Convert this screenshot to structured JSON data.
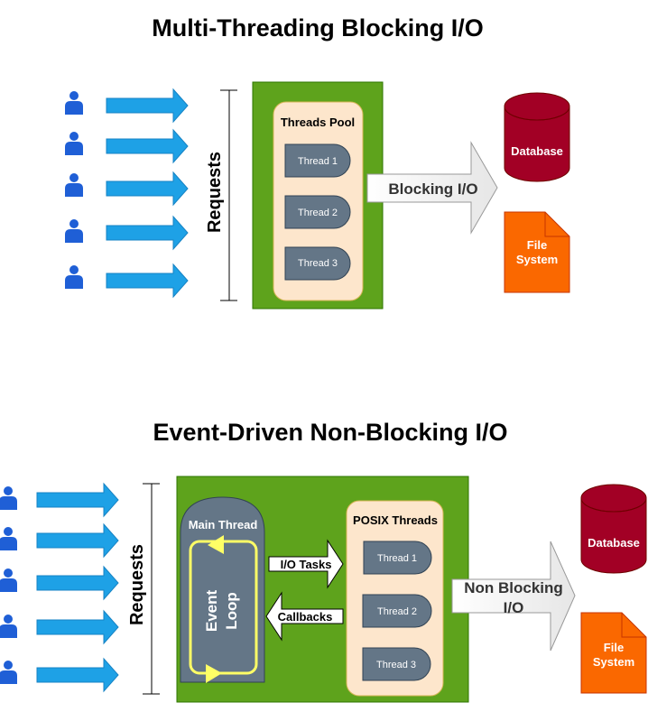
{
  "top": {
    "title": "Multi-Threading Blocking I/O",
    "requests_label": "Requests",
    "pool_title": "Threads Pool",
    "threads": [
      "Thread 1",
      "Thread 2",
      "Thread 3"
    ],
    "io_label": "Blocking I/O",
    "database_label": "Database",
    "fs_line1": "File",
    "fs_line2": "System"
  },
  "bottom": {
    "title": "Event-Driven Non-Blocking I/O",
    "requests_label": "Requests",
    "main_thread_label": "Main Thread",
    "event_loop_line1": "Event",
    "event_loop_line2": "Loop",
    "io_tasks_label": "I/O Tasks",
    "callbacks_label": "Callbacks",
    "posix_title": "POSIX Threads",
    "threads": [
      "Thread 1",
      "Thread 2",
      "Thread 3"
    ],
    "io_line1": "Non Blocking",
    "io_line2": "I/O",
    "database_label": "Database",
    "fs_line1": "File",
    "fs_line2": "System"
  },
  "colors": {
    "user": "#1f5fd6",
    "request_arrow": "#1ea1e6",
    "container_green": "#5ea31c",
    "pool_fill": "#fde6cc",
    "thread_fill": "#647687",
    "database": "#a20025",
    "file_system": "#fa6800",
    "event_loop_ring": "#ffff66"
  },
  "icons": {
    "user": "user-icon",
    "database": "database-icon",
    "file": "file-icon"
  }
}
